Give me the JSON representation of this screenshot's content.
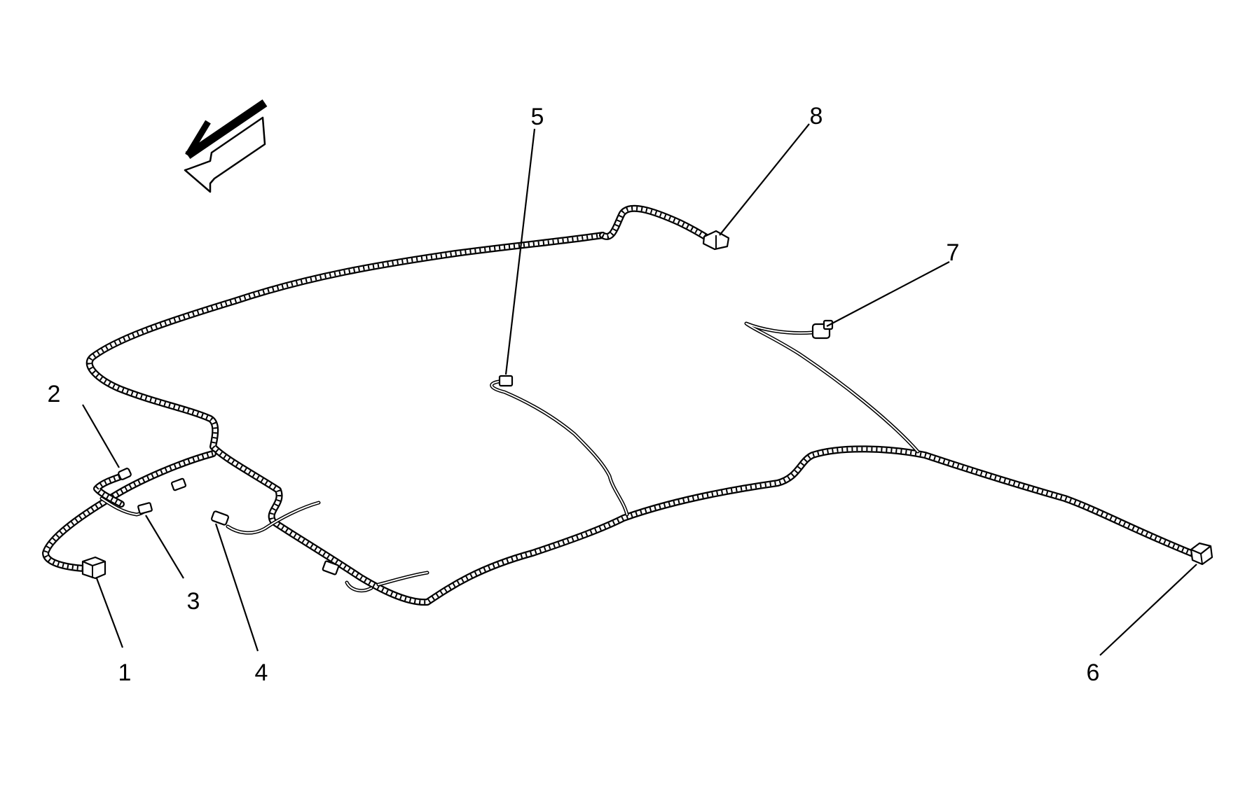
{
  "diagram": {
    "callouts": {
      "c1": "1",
      "c2": "2",
      "c3": "3",
      "c4": "4",
      "c5": "5",
      "c6": "6",
      "c7": "7",
      "c8": "8"
    },
    "direction_arrow": "front-direction-arrow-icon"
  }
}
